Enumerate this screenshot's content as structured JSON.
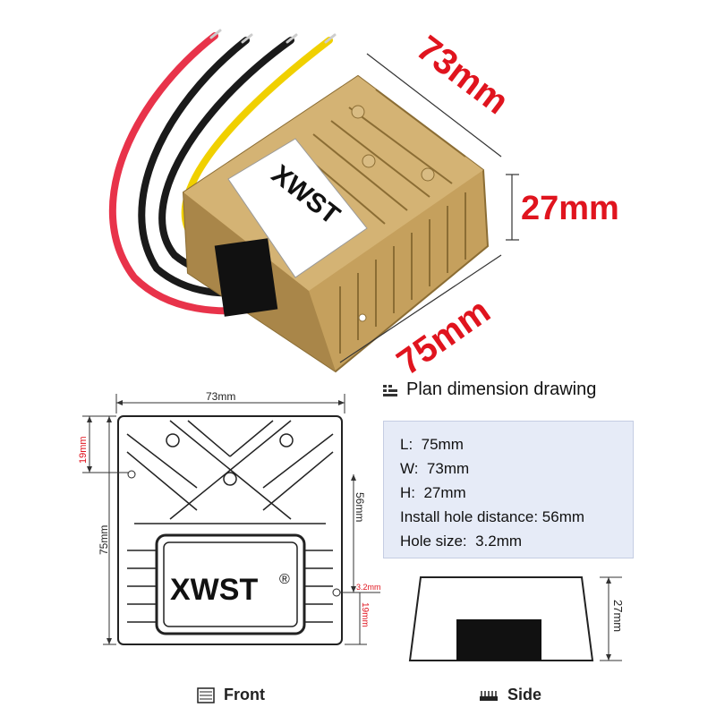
{
  "product": {
    "brand": "XWST",
    "registered_mark": "®"
  },
  "photo_dims": {
    "length": "75mm",
    "width": "73mm",
    "height": "27mm"
  },
  "plan": {
    "title": "Plan dimension drawing",
    "title_icon": "grid-icon",
    "specs": [
      {
        "key": "L:",
        "value": "75mm"
      },
      {
        "key": "W:",
        "value": "73mm"
      },
      {
        "key": "H:",
        "value": "27mm"
      },
      {
        "key": "Install hole distance:",
        "value": "56mm"
      },
      {
        "key": "Hole size:",
        "value": "3.2mm"
      }
    ]
  },
  "front_drawing": {
    "width": "73mm",
    "length": "75mm",
    "hole_offset_top": "19mm",
    "hole_distance": "56mm",
    "hole_size": "3.2mm",
    "hole_offset_bottom": "19mm",
    "caption": "Front",
    "caption_icon": "front-view-icon"
  },
  "side_drawing": {
    "height": "27mm",
    "caption": "Side",
    "caption_icon": "side-view-icon"
  },
  "colors": {
    "dimension_red": "#e0141e",
    "housing_gold": "#c5a05d",
    "panel_blue": "#e6ebf7",
    "wire_red": "#e8334a",
    "wire_black": "#1a1a1a",
    "wire_yellow": "#f0d000"
  }
}
